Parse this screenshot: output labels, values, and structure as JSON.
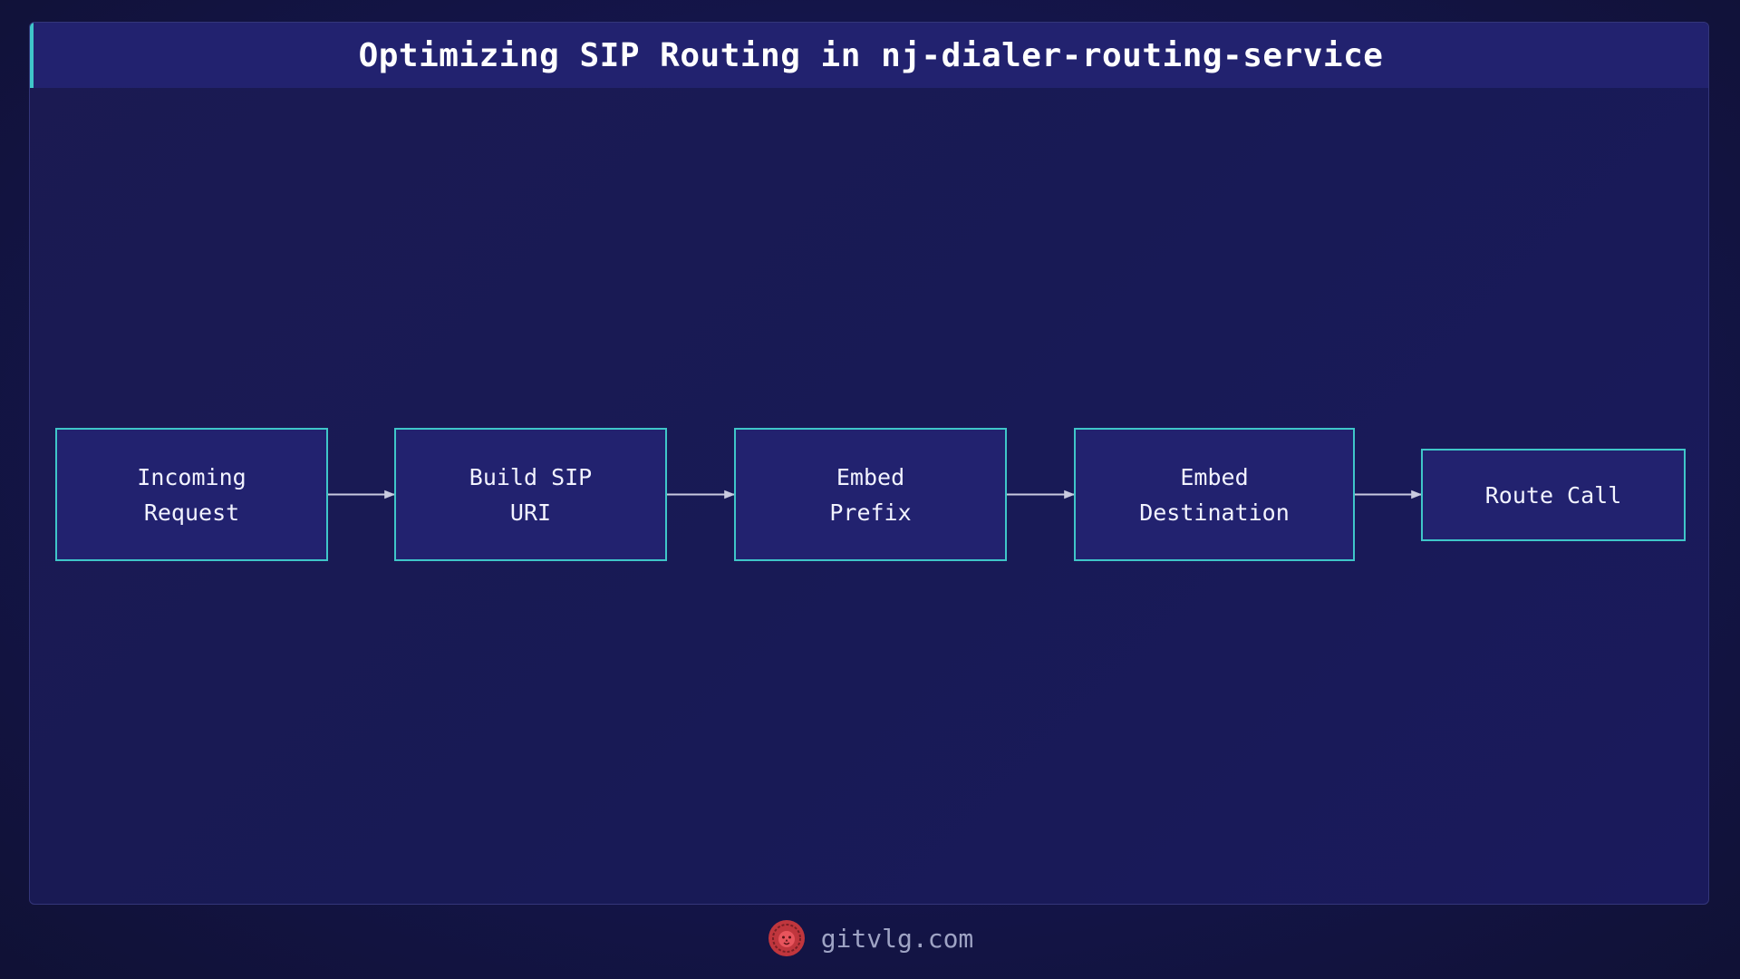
{
  "header": {
    "title": "Optimizing SIP Routing in nj-dialer-routing-service"
  },
  "diagram": {
    "nodes": [
      {
        "id": "incoming-request",
        "label": "Incoming\nRequest"
      },
      {
        "id": "build-sip-uri",
        "label": "Build SIP\nURI"
      },
      {
        "id": "embed-prefix",
        "label": "Embed\nPrefix"
      },
      {
        "id": "embed-destination",
        "label": "Embed\nDestination"
      },
      {
        "id": "route-call",
        "label": "Route Call"
      }
    ],
    "edges": [
      {
        "from": "incoming-request",
        "to": "build-sip-uri"
      },
      {
        "from": "build-sip-uri",
        "to": "embed-prefix"
      },
      {
        "from": "embed-prefix",
        "to": "embed-destination"
      },
      {
        "from": "embed-destination",
        "to": "route-call"
      }
    ]
  },
  "footer": {
    "site": "gitvlg.com",
    "logo_icon": "lion-icon"
  },
  "colors": {
    "node_border": "#3fc6c9",
    "node_fill": "#22226f",
    "edge": "#c9cbe0",
    "accent": "#3fc6c9",
    "logo": "#c0363d"
  }
}
